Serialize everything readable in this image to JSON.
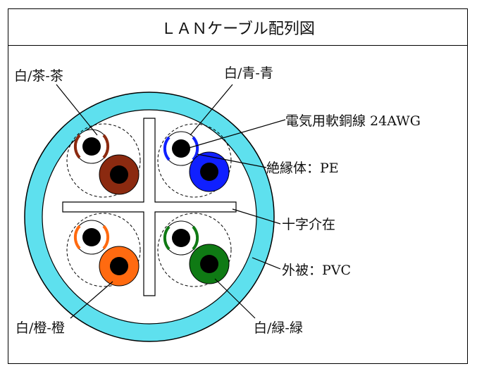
{
  "title": "ＬＡＮケーブル配列図",
  "labels": {
    "white_brown_brown": "白/茶-茶",
    "white_blue_blue": "白/青-青",
    "conductor": "電気用軟銅線 24AWG",
    "insulation": "絶縁体：PE",
    "cross_separator": "十字介在",
    "jacket": "外被：PVC",
    "white_orange_orange": "白/橙-橙",
    "white_green_green": "白/緑-緑"
  },
  "colors": {
    "jacket": "#5ee0ee",
    "brown": "#8b2a10",
    "blue": "#1020ff",
    "orange": "#ff6a10",
    "green": "#0f7a14",
    "core": "#000000",
    "white": "#ffffff"
  }
}
